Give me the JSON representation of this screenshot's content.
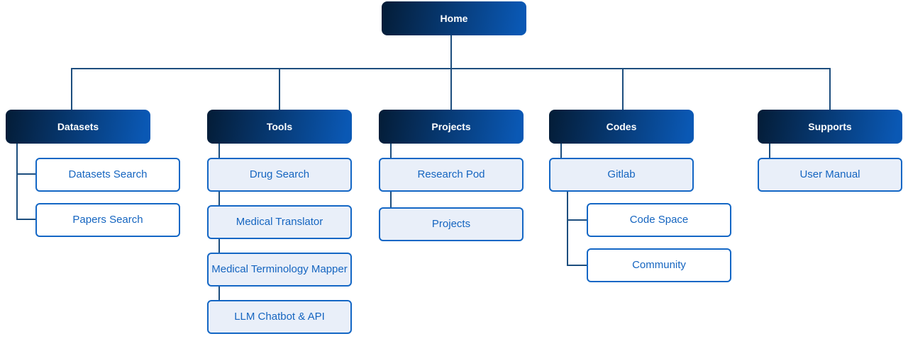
{
  "palette": {
    "header_gradient_start": "#041c36",
    "header_gradient_end": "#0a58b4",
    "header_text": "#ffffff",
    "node_border": "#1467c5",
    "node_text": "#1565c0",
    "node_tinted_bg": "#e9eff9",
    "node_white_bg": "#ffffff",
    "connector": "#1d4e7e",
    "background": "#ffffff"
  },
  "sitemap": {
    "root": {
      "label": "Home",
      "type": "header"
    },
    "branches": [
      {
        "label": "Datasets",
        "type": "header",
        "children": [
          {
            "label": "Datasets Search",
            "variant": "white"
          },
          {
            "label": "Papers Search",
            "variant": "white"
          }
        ]
      },
      {
        "label": "Tools",
        "type": "header",
        "children": [
          {
            "label": "Drug Search",
            "variant": "tinted"
          },
          {
            "label": "Medical Translator",
            "variant": "tinted"
          },
          {
            "label": "Medical Terminology Mapper",
            "variant": "tinted"
          },
          {
            "label": "LLM Chatbot & API",
            "variant": "tinted"
          }
        ]
      },
      {
        "label": "Projects",
        "type": "header",
        "children": [
          {
            "label": "Research Pod",
            "variant": "tinted"
          },
          {
            "label": "Projects",
            "variant": "tinted"
          }
        ]
      },
      {
        "label": "Codes",
        "type": "header",
        "children": [
          {
            "label": "Gitlab",
            "variant": "tinted",
            "children": [
              {
                "label": "Code Space",
                "variant": "white"
              },
              {
                "label": "Community",
                "variant": "white"
              }
            ]
          }
        ]
      },
      {
        "label": "Supports",
        "type": "header",
        "children": [
          {
            "label": "User Manual",
            "variant": "tinted"
          }
        ]
      }
    ]
  }
}
